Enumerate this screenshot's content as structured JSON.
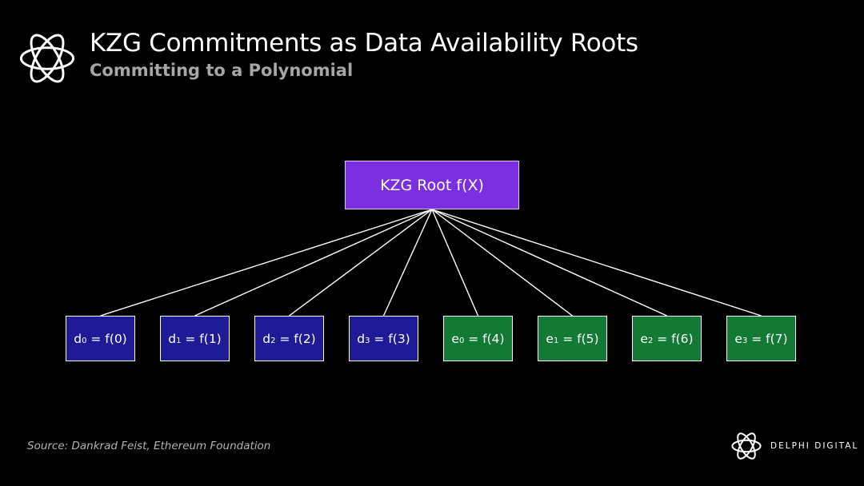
{
  "header": {
    "title": "KZG Commitments as Data Availability Roots",
    "subtitle": "Committing to a Polynomial"
  },
  "diagram": {
    "root": {
      "label": "KZG Root f(X)",
      "color": "#7b2fe0"
    },
    "leaves": [
      {
        "var": "d",
        "sub": "0",
        "expr": " = f(0)",
        "kind": "data"
      },
      {
        "var": "d",
        "sub": "1",
        "expr": " = f(1)",
        "kind": "data"
      },
      {
        "var": "d",
        "sub": "2",
        "expr": " = f(2)",
        "kind": "data"
      },
      {
        "var": "d",
        "sub": "3",
        "expr": " = f(3)",
        "kind": "data"
      },
      {
        "var": "e",
        "sub": "0",
        "expr": " = f(4)",
        "kind": "ext"
      },
      {
        "var": "e",
        "sub": "1",
        "expr": " = f(5)",
        "kind": "ext"
      },
      {
        "var": "e",
        "sub": "2",
        "expr": " = f(6)",
        "kind": "ext"
      },
      {
        "var": "e",
        "sub": "3",
        "expr": " = f(7)",
        "kind": "ext"
      }
    ],
    "colors": {
      "data": "#1f1a96",
      "ext": "#127a35",
      "edge": "#ffffff"
    }
  },
  "footer": {
    "source": "Source: Dankrad Feist, Ethereum Foundation",
    "brand": "DELPHI DIGITAL",
    "brand_icon": "delphi-knot-icon"
  }
}
